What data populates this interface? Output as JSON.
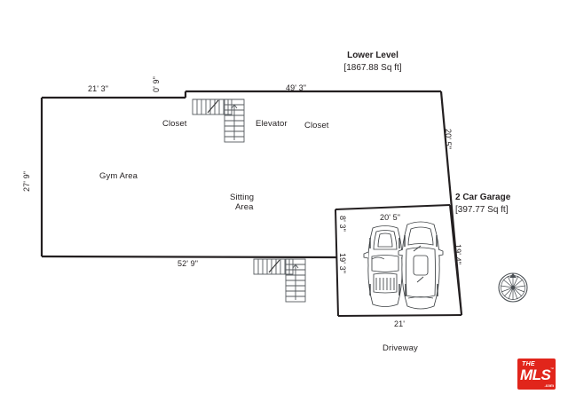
{
  "document": {
    "type": "floor-plan",
    "background_color": "#ffffff",
    "line_color": "#231f20"
  },
  "title_blocks": {
    "lower_level": {
      "name": "Lower Level",
      "area": "[1867.88 Sq ft]"
    },
    "garage": {
      "name": "2 Car Garage",
      "area": "[397.77 Sq ft]"
    }
  },
  "rooms": [
    {
      "id": "gym-area",
      "label": "Gym Area"
    },
    {
      "id": "sitting-area-line1",
      "label": "Sitting"
    },
    {
      "id": "sitting-area-line2",
      "label": "Area"
    },
    {
      "id": "closet-left",
      "label": "Closet"
    },
    {
      "id": "elevator",
      "label": "Elevator"
    },
    {
      "id": "closet-right",
      "label": "Closet"
    },
    {
      "id": "driveway",
      "label": "Driveway"
    }
  ],
  "dimensions": {
    "main_top_left": "21' 3\"",
    "main_notch": "0' 9\"",
    "main_top_right": "49' 3\"",
    "main_left": "27' 9\"",
    "main_right": "20' 5\"",
    "main_bottom": "52' 9\"",
    "garage_top": "20' 5\"",
    "garage_left_upper": "8' 3\"",
    "garage_left_lower": "19' 3\"",
    "garage_right": "19' 4\"",
    "garage_bottom": "21'"
  },
  "icons": {
    "compass": "compass-rose-icon",
    "stairs_upper": "staircase-icon",
    "stairs_lower": "staircase-icon",
    "car_left": "car-top-view-icon",
    "car_right": "car-top-view-icon"
  },
  "watermark": {
    "brand_the": "THE",
    "brand_main": "MLS",
    "brand_tm": "™",
    "brand_com": ".com",
    "color": "#e1251b"
  }
}
